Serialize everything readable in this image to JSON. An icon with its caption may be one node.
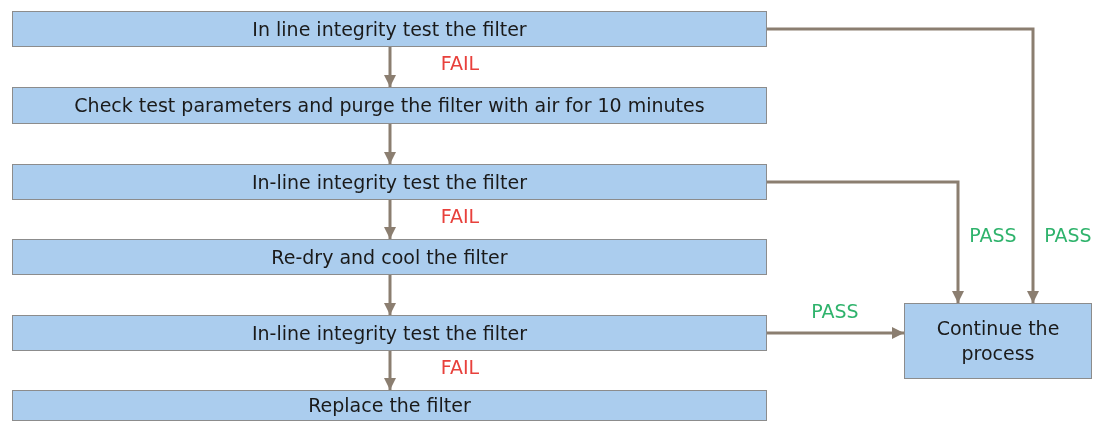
{
  "diagram": {
    "nodes": [
      {
        "text": [
          "In line integrity test the filter"
        ]
      },
      {
        "text": [
          "Check test parameters and purge the filter with air for 10 minutes"
        ]
      },
      {
        "text": [
          "In-line integrity test the filter"
        ]
      },
      {
        "text": [
          "Re-dry and cool the filter"
        ]
      },
      {
        "text": [
          "In-line integrity test the filter"
        ]
      },
      {
        "text": [
          "Continue the process"
        ]
      },
      {
        "text": [
          "Replace the filter"
        ]
      }
    ],
    "edges": [
      {
        "from": 0,
        "to": 1,
        "arrow": "to",
        "label": "FAIL"
      },
      {
        "from": 1,
        "to": 2,
        "arrow": "to"
      },
      {
        "from": 2,
        "to": 3,
        "arrow": "to",
        "label": "FAIL"
      },
      {
        "from": 3,
        "to": 4,
        "arrow": "to"
      },
      {
        "from": 4,
        "to": 6,
        "arrow": "to",
        "label": "FAIL"
      },
      {
        "from": 4,
        "to": 5,
        "arrow": "to",
        "label": "PASS"
      },
      {
        "from": 2,
        "to": 5,
        "arrow": "to",
        "label": "PASS"
      },
      {
        "from": 0,
        "to": 5,
        "arrow": "to",
        "label": "PASS"
      }
    ]
  }
}
